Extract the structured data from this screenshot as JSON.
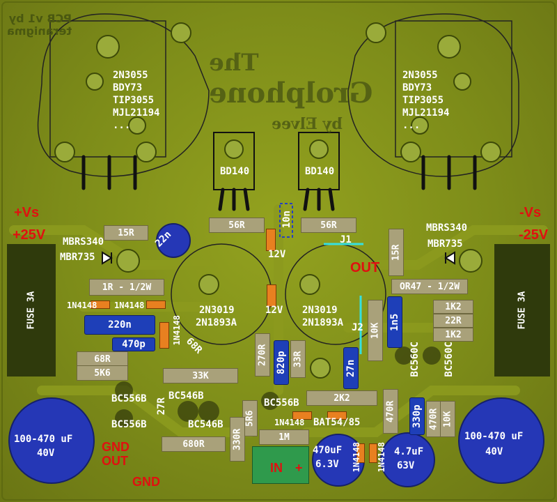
{
  "signature": "PCB v1 by\nteranigma",
  "logo": {
    "title_top": "The",
    "title_main": "Grolphone",
    "byline": "by Elvee"
  },
  "power_transistor_left": {
    "lines": [
      "2N3055",
      "BDY73",
      "TIP3055",
      "MJL21194",
      "..."
    ]
  },
  "power_transistor_right": {
    "lines": [
      "2N3055",
      "BDY73",
      "TIP3055",
      "MJL21194",
      "..."
    ]
  },
  "driver_left": "BD140",
  "driver_right": "BD140",
  "rails": {
    "pos_vs": "+Vs",
    "pos_v": "+25V",
    "neg_vs": "-Vs",
    "neg_v": "-25V"
  },
  "fuse_left": "FUSE 3A",
  "fuse_right": "FUSE 3A",
  "schottky_left": {
    "l1": "MBRS340",
    "l2": "MBR735"
  },
  "schottky_right": {
    "l1": "MBRS340",
    "l2": "MBR735"
  },
  "components": {
    "r15r_left": "15R",
    "c22n": "22n",
    "r56r_left": "56R",
    "c10n": "10n",
    "r56r_right": "56R",
    "z12v_top": "12V",
    "j1": "J1",
    "out": "OUT",
    "r15r_right": "15R",
    "r1r": "1R - 1/2W",
    "d1n4148_a": "1N4148",
    "d1n4148_b": "1N4148",
    "c220n": "220n",
    "c470p": "470p",
    "d1n4148_c": "1N4148",
    "r68r_diag": "68R",
    "r68r": "68R",
    "r5k6": "5K6",
    "q2n3019_left": "2N3019",
    "q2n1893_left": "2N1893A",
    "z12v_mid": "12V",
    "q2n3019_right": "2N3019",
    "q2n1893_right": "2N1893A",
    "j2": "J2",
    "r10k_mid": "10K",
    "c1n5": "1n5",
    "r047": "OR47 - 1/2W",
    "r1k2_a": "1K2",
    "r22r": "22R",
    "r1k2_b": "1K2",
    "r270r": "270R",
    "c820p": "820p",
    "r33r": "33R",
    "c27n": "27n",
    "q_bc560c_a": "BC560C",
    "q_bc560c_b": "BC560C",
    "r33k": "33K",
    "q_bc556b_a": "BC556B",
    "r27r": "27R",
    "q_bc546b_a": "BC546B",
    "q_bc556b_b": "BC556B",
    "q_bc546b_b": "BC546B",
    "r5r6": "5R6",
    "q_bc556b_c": "BC556B",
    "r2k2": "2K2",
    "r470r_a": "470R",
    "c330p": "330p",
    "r470r_b": "470R",
    "r10k_right": "10K",
    "d1n4148_d": "1N4148",
    "d_bat54": "BAT54/85",
    "r330r": "330R",
    "r680r": "680R",
    "r1m": "1M",
    "c470u_l1": "470uF",
    "c470u_l2": "6.3V",
    "d1n4148_e": "1N4148",
    "d1n4148_f": "1N4148",
    "c47u_l1": "4.7uF",
    "c47u_l2": "63V",
    "bigcap_left_l1": "100-470 uF",
    "bigcap_left_l2": "40V",
    "bigcap_right_l1": "100-470 uF",
    "bigcap_right_l2": "40V",
    "gnd_out_1": "GND",
    "gnd_out_2": "OUT",
    "gnd": "GND",
    "in": "IN",
    "plus_in": "+"
  }
}
